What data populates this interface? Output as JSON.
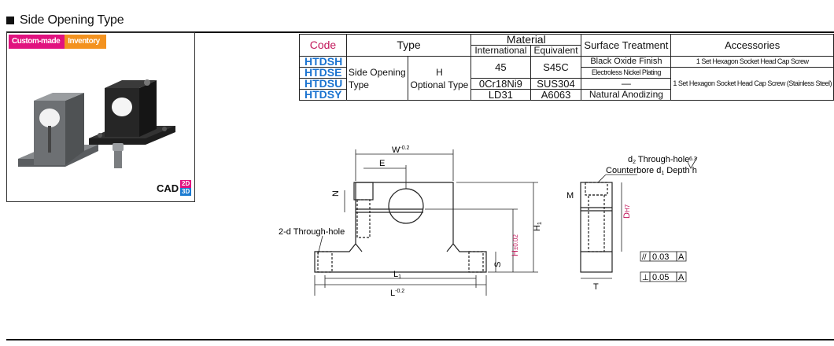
{
  "header": {
    "title": "Side Opening Type"
  },
  "badges": {
    "custom": "Custom-made",
    "inventory": "Inventory"
  },
  "cad": {
    "label": "CAD",
    "d2": "2D",
    "d3": "3D"
  },
  "table": {
    "col_code": "Code",
    "col_type": "Type",
    "col_material": "Material",
    "col_international": "International",
    "col_equivalent": "Equivalent",
    "col_surface": "Surface Treatment",
    "col_accessories": "Accessories",
    "codes": [
      "HTDSH",
      "HTDSE",
      "HTDSU",
      "HTDSY"
    ],
    "type_a": "Side Opening",
    "type_b": "Type",
    "type_h": "H",
    "type_opt": "Optional Type",
    "rows": [
      {
        "intl": "45",
        "equiv": "S45C",
        "surface": "Black Oxide Finish"
      },
      {
        "surface": "Electroless Nickel Plating"
      },
      {
        "intl": "0Cr18Ni9",
        "equiv": "SUS304",
        "surface": "—"
      },
      {
        "intl": "LD31",
        "equiv": "A6063",
        "surface": "Natural Anodizing"
      }
    ],
    "acc1": "1 Set Hexagon Socket Head Cap Screw",
    "acc2": "1 Set Hexagon Socket Head Cap Screw (Stainless Steel)"
  },
  "drawing": {
    "w": "W",
    "w_tol": "-0.2",
    "e": "E",
    "n": "N",
    "two_d": "2-d Through-hole",
    "l1": "L",
    "l1_sub": "1",
    "l": "L",
    "l_tol": "-0.2",
    "h1": "H",
    "h1_sub": "1",
    "h": "H",
    "h_tol": "±0.02",
    "s": "S",
    "d2": "d",
    "d2_sub": "2",
    "d2_text": " Through-hole",
    "counterbore": "Counterbore d",
    "counterbore_sub": "1",
    "depth": " Depth h",
    "m": "M",
    "d": "D",
    "d_tol": "H7",
    "t": "T",
    "par": "0.03",
    "perp": "0.05",
    "a": "A",
    "rough": "6.3"
  }
}
